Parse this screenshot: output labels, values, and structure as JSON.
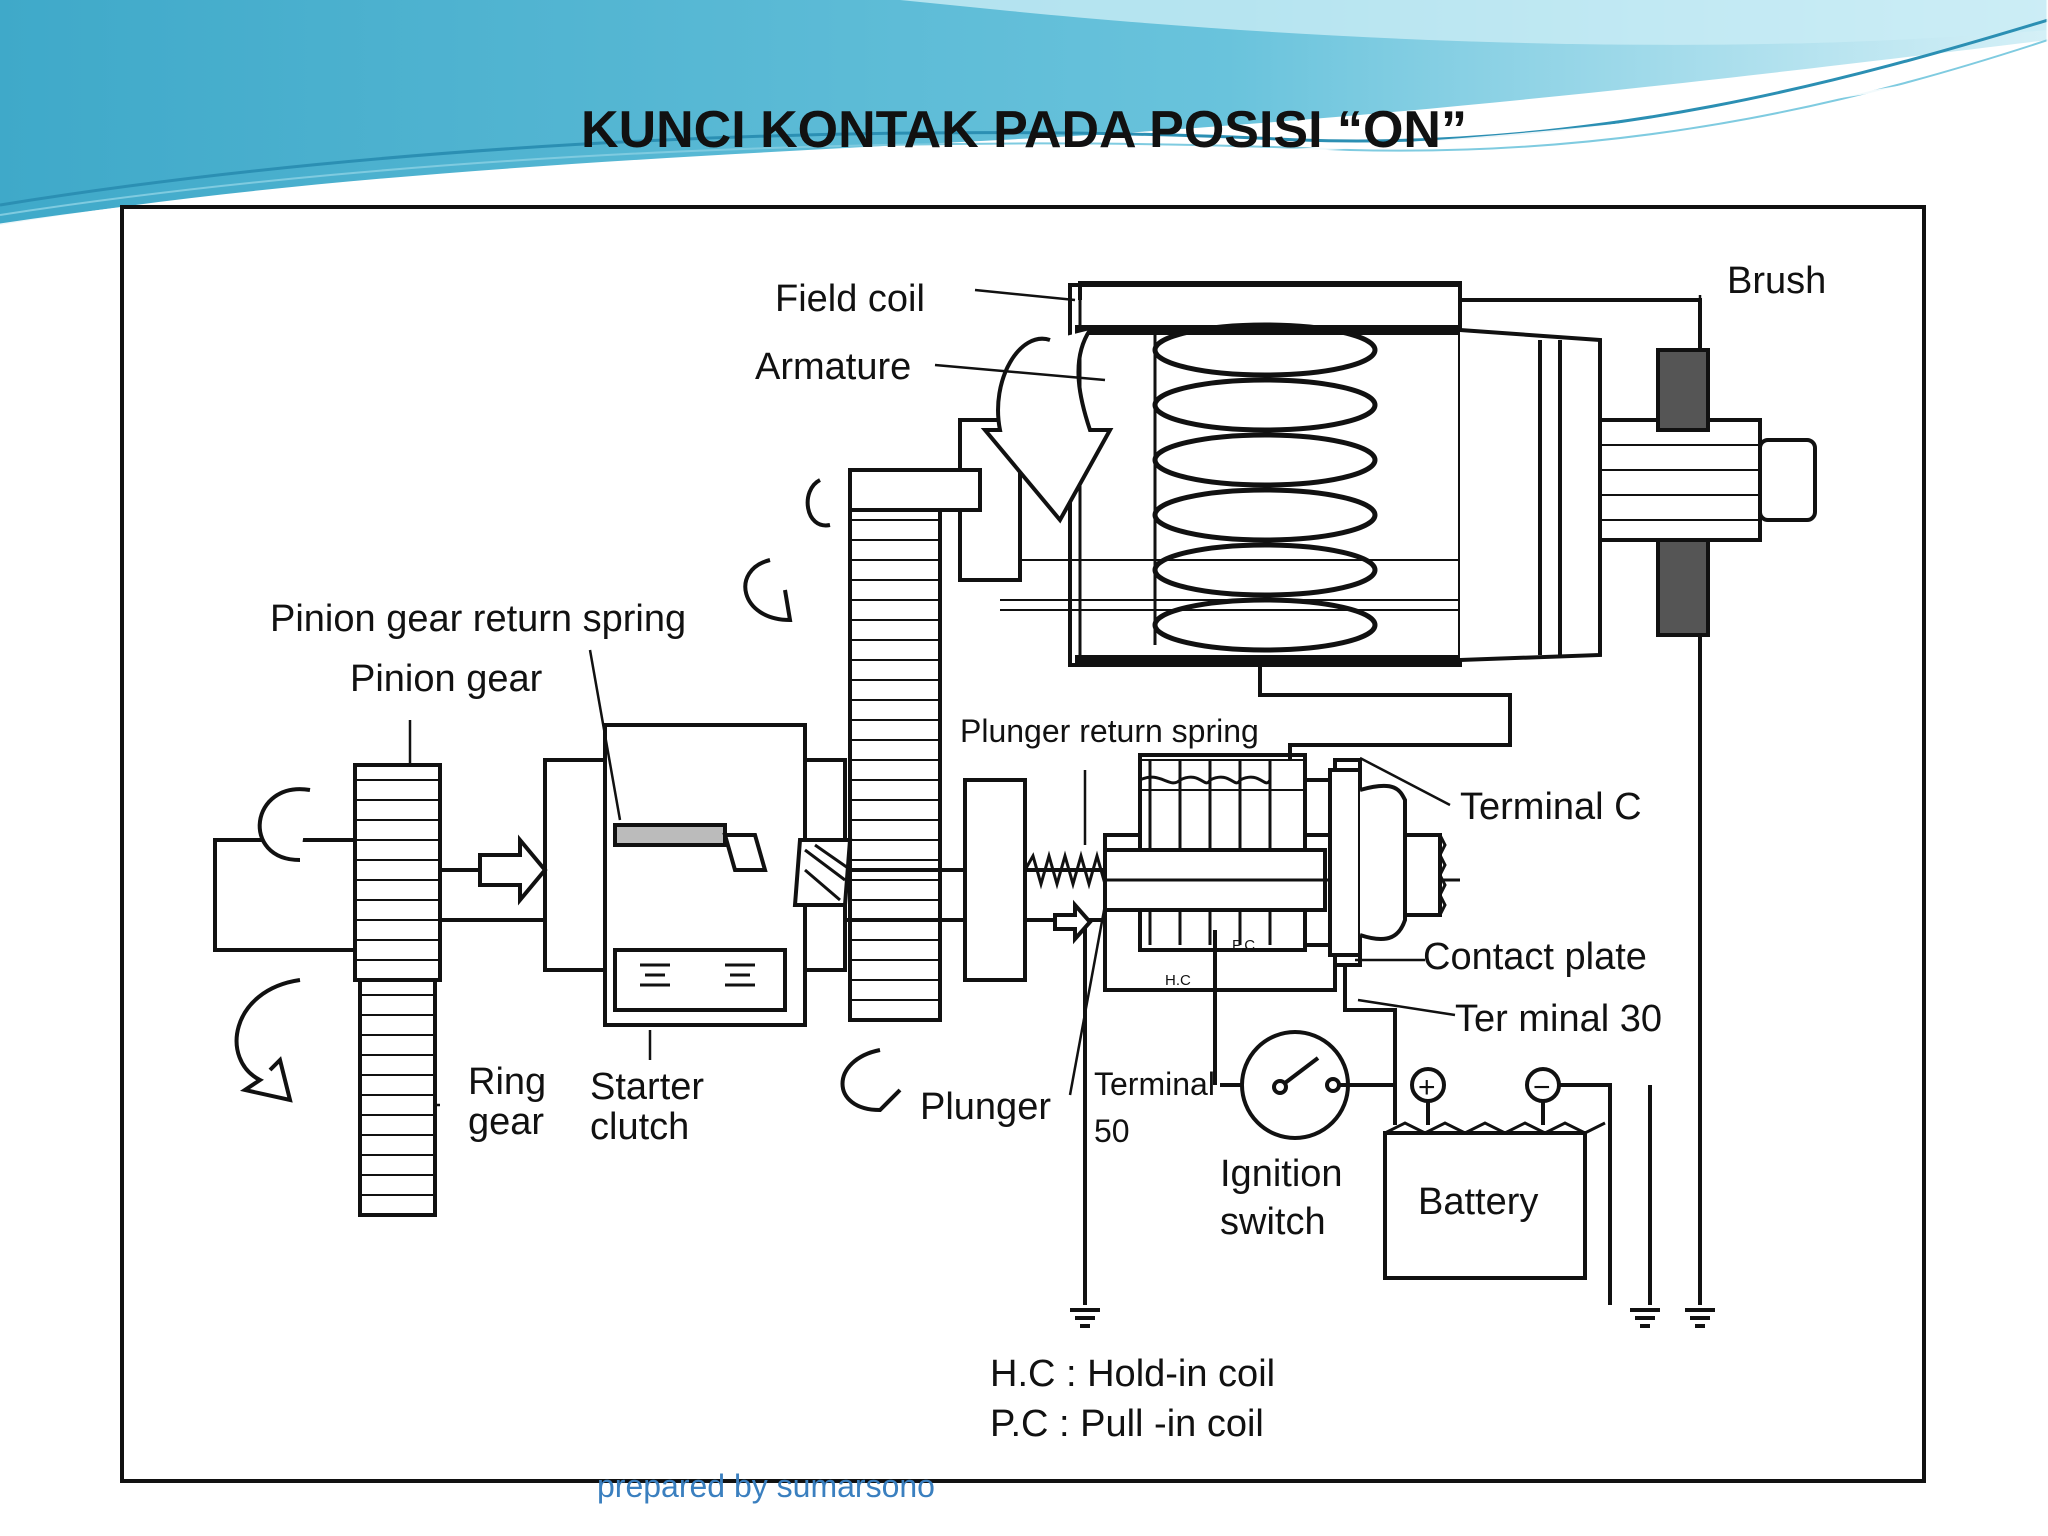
{
  "slide": {
    "title": "KUNCI KONTAK PADA POSISI “ON”",
    "footer": "prepared by sumarsono"
  },
  "labels": {
    "field_coil": "Field coil",
    "armature": "Armature",
    "brush": "Brush",
    "pinion_gear_return_spring": "Pinion gear return  spring",
    "pinion_gear": "Pinion gear",
    "plunger_return_spring": "Plunger return spring",
    "terminal_c": "Terminal C",
    "contact_plate": "Contact plate",
    "terminal_30": "Ter minal 30",
    "ring_gear_line1": "Ring",
    "ring_gear_line2": "gear",
    "starter_clutch_line1": "Starter",
    "starter_clutch_line2": "clutch",
    "plunger": "Plunger",
    "terminal_50_line1": "Terminal",
    "terminal_50_line2": "50",
    "ignition_switch_line1": "Ignition",
    "ignition_switch_line2": "switch",
    "battery": "Battery",
    "legend_hc": "H.C : Hold-in coil",
    "legend_pc": "P.C : Pull -in coil",
    "coil_hc": "H.C",
    "coil_pc": "P.C",
    "battery_plus": "+",
    "battery_minus": "−"
  },
  "colors": {
    "header_teal": "#4fb3cf",
    "header_light": "#bfe6f0",
    "footer_text": "#3a7fbf",
    "line": "#111111"
  }
}
